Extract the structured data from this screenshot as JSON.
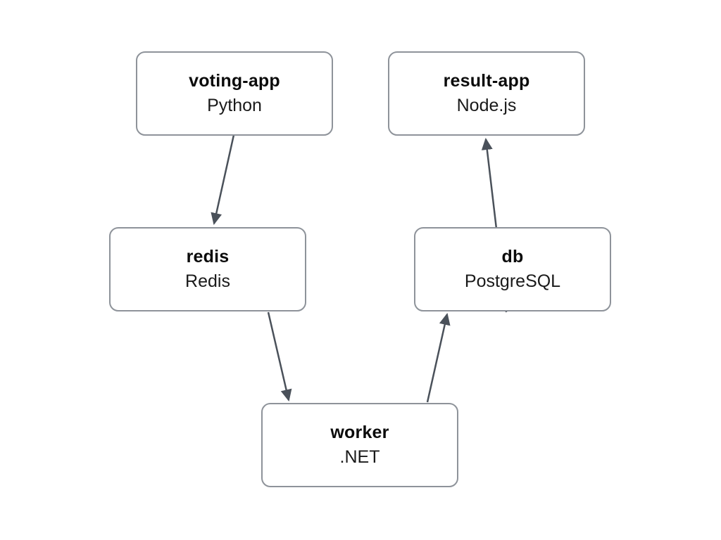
{
  "diagram": {
    "nodes": [
      {
        "id": "voting-app",
        "title": "voting-app",
        "subtitle": "Python"
      },
      {
        "id": "result-app",
        "title": "result-app",
        "subtitle": "Node.js"
      },
      {
        "id": "redis",
        "title": "redis",
        "subtitle": "Redis"
      },
      {
        "id": "db",
        "title": "db",
        "subtitle": "PostgreSQL"
      },
      {
        "id": "worker",
        "title": "worker",
        "subtitle": ".NET"
      }
    ],
    "edges": [
      {
        "from": "voting-app",
        "to": "redis"
      },
      {
        "from": "redis",
        "to": "worker"
      },
      {
        "from": "worker",
        "to": "db"
      },
      {
        "from": "db",
        "to": "result-app"
      }
    ]
  },
  "colors": {
    "background": "#ffffff",
    "node_fill": "#ffffff",
    "node_border": "#8e939a",
    "arrow": "#4a515a",
    "title_text": "#0b0b0b",
    "subtitle_text": "#1a1a1a"
  }
}
